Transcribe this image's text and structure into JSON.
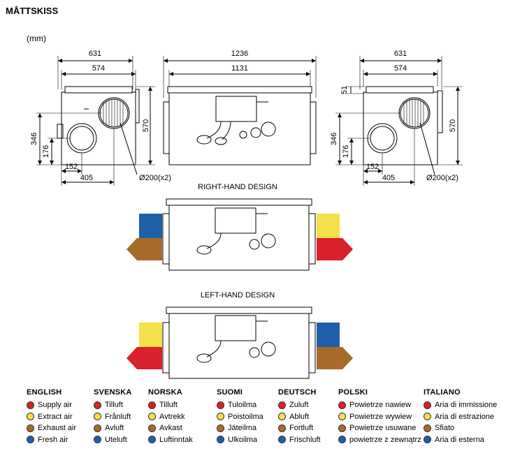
{
  "title": "MÅTTSKISS",
  "units": "(mm)",
  "side_left": {
    "width_outer": "631",
    "width_inner": "574",
    "height": "570",
    "h1": "346",
    "h2": "176",
    "w1": "152",
    "w2": "405",
    "duct": "Ø200(x2)"
  },
  "front": {
    "width_outer": "1236",
    "width_inner": "1131"
  },
  "side_right": {
    "width_outer": "631",
    "width_inner": "574",
    "top": "51",
    "height": "570",
    "h1": "346",
    "h2": "176",
    "w1": "152",
    "w2": "405",
    "duct": "Ø200(x2)"
  },
  "right_hand_design": "RIGHT-HAND DESIGN",
  "left_hand_design": "LEFT-HAND DESIGN",
  "colors": {
    "supply": "#d9202c",
    "extract": "#f4e04a",
    "exhaust": "#a86a2a",
    "fresh": "#1f5fa8"
  },
  "legend": [
    {
      "lang": "ENGLISH",
      "items": [
        "Supply air",
        "Extract air",
        "Exhaust air",
        "Fresh air"
      ]
    },
    {
      "lang": "SVENSKA",
      "items": [
        "Tilluft",
        "Frånluft",
        "Avluft",
        "Uteluft"
      ]
    },
    {
      "lang": "NORSKA",
      "items": [
        "Tilluft",
        "Avtrekk",
        "Avkast",
        "Luftinntak"
      ]
    },
    {
      "lang": "SUOMI",
      "items": [
        "Tuloilma",
        "Poistoilma",
        "Jäteilma",
        "Ulkoilma"
      ]
    },
    {
      "lang": "DEUTSCH",
      "items": [
        "Zuluft",
        "Abluft",
        "Fortluft",
        "Frischluft"
      ]
    },
    {
      "lang": "POLSKI",
      "items": [
        "Powietrze nawiew",
        "Powietrze wywiew",
        "Powietrze usuwane",
        "powietrze z zewnątrz"
      ]
    },
    {
      "lang": "ITALIANO",
      "items": [
        "Aria di immissione",
        "Aria di estrazione",
        "Sfiato",
        "Aria di esterna"
      ]
    }
  ]
}
